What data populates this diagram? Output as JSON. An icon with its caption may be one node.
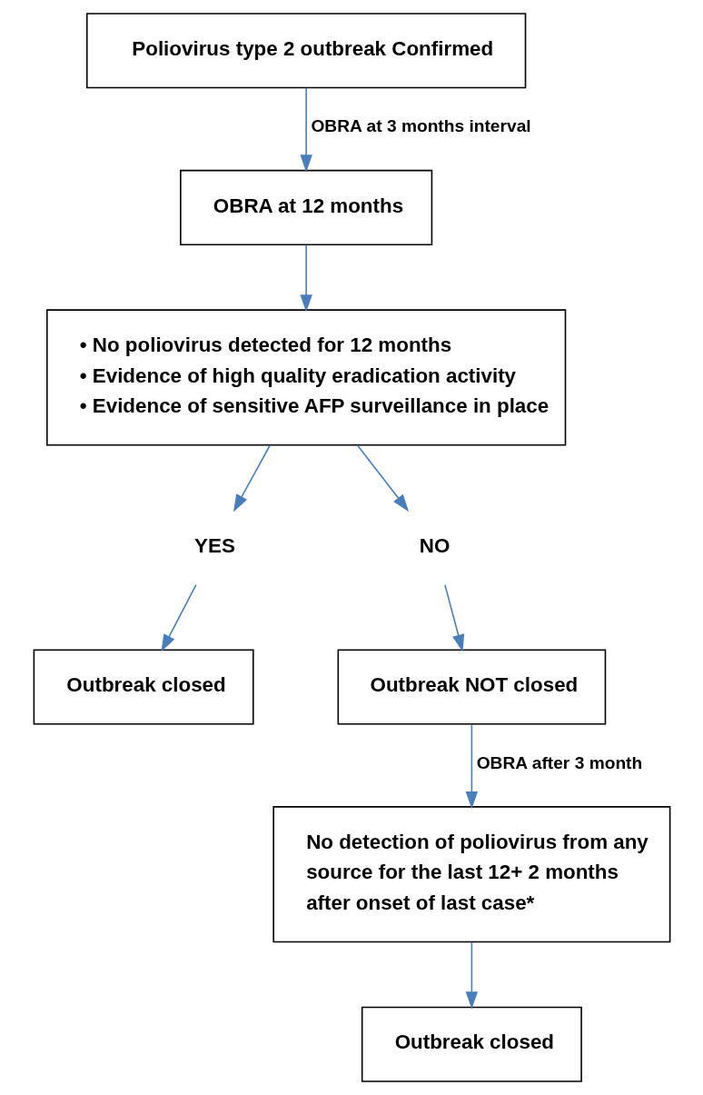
{
  "diagram": {
    "nodes": [
      {
        "text": [
          "Poliovirus type 2 outbreak Confirmed"
        ]
      },
      {
        "text": [
          "OBRA at 12 months"
        ]
      },
      {
        "text": [
          "• No poliovirus detected for 12 months",
          "• Evidence of high quality eradication activity",
          "• Evidence of sensitive AFP surveillance in place"
        ]
      },
      {
        "text": [
          "YES"
        ]
      },
      {
        "text": [
          "NO"
        ]
      },
      {
        "text": [
          "Outbreak closed"
        ]
      },
      {
        "text": [
          "Outbreak NOT closed"
        ]
      },
      {
        "text": [
          "No detection of poliovirus from any source for the last 12+ 2 months after onset of last case*"
        ]
      },
      {
        "text": [
          "Outbreak closed"
        ]
      }
    ],
    "edges": [
      {
        "from": 0,
        "to": 1,
        "arrow": "to",
        "label": "OBRA at 3 months interval"
      },
      {
        "from": 1,
        "to": 2,
        "arrow": "to"
      },
      {
        "from": 2,
        "to": 3,
        "arrow": "to"
      },
      {
        "from": 2,
        "to": 4,
        "arrow": "to"
      },
      {
        "from": 3,
        "to": 5,
        "arrow": "to"
      },
      {
        "from": 4,
        "to": 6,
        "arrow": "to"
      },
      {
        "from": 6,
        "to": 7,
        "arrow": "to",
        "label": "OBRA after 3 month"
      },
      {
        "from": 7,
        "to": 8,
        "arrow": "to"
      }
    ]
  }
}
